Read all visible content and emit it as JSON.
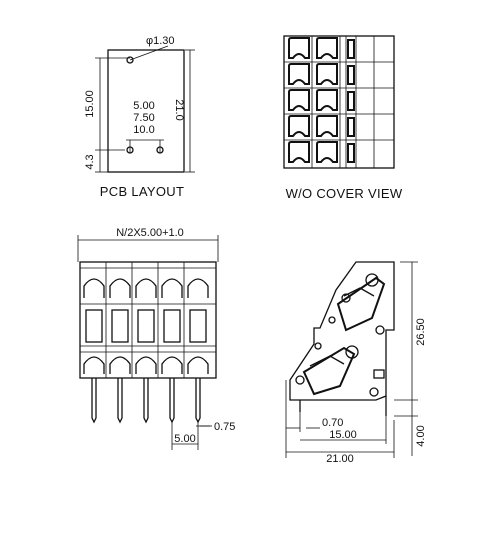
{
  "pcb_layout": {
    "caption": "PCB LAYOUT",
    "dim_diameter": "φ1.30",
    "dim_height_15": "15.00",
    "dim_height_21": "21.0",
    "dim_height_43": "4.3",
    "pitch_options": [
      "5.00",
      "7.50",
      "10.0"
    ]
  },
  "cover_view": {
    "caption": "W/O COVER VIEW"
  },
  "front_view": {
    "dim_width": "N/2X5.00+1.0",
    "dim_pitch": "5.00",
    "dim_pin": "0.75"
  },
  "side_view": {
    "dim_height": "26.50",
    "dim_070": "0.70",
    "dim_1500": "15.00",
    "dim_2100": "21.00",
    "dim_400": "4.00"
  }
}
